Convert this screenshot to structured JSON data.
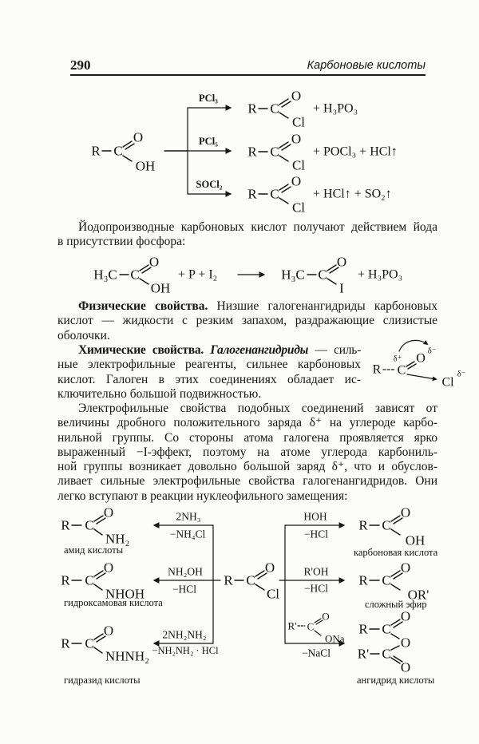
{
  "header": {
    "page_number": "290",
    "section_title": "Карбоновые кислоты"
  },
  "colors": {
    "paper": "#fcfcfa",
    "ink": "#141414"
  },
  "atoms": {
    "r": "R",
    "rp": "R'",
    "c": "C",
    "o": "O",
    "cl": "Cl",
    "oh": "OH",
    "i": "I",
    "h3c": "H₃C",
    "nh2": "NH₂",
    "nhoh": "NHOH",
    "nhnh2": "NHNH₂",
    "orp": "OR'",
    "ona": "ONa"
  },
  "scheme_top": {
    "reagents": [
      "PCl₃",
      "PCl₅",
      "SOCl₂"
    ],
    "byproducts": [
      "+ H₃PO₃",
      "+ POCl₃ + HCl↑",
      "+ HCl↑ + SO₂↑"
    ]
  },
  "para_iodo": {
    "line1": "Йодопроизводные карбоновых кислот получают действием йода",
    "line2": "в присутствии фосфора:"
  },
  "scheme_iodo": {
    "reagents": "+ P + I₂",
    "byproduct": "+ H₃PO₃"
  },
  "para_physical": {
    "lead": "Физические свойства.",
    "line1_rest": "Низшие галогенангидриды карбоновых",
    "line2": "кислот — жидкости с резким запахом, раздражающие слизистые",
    "line3": "оболочки."
  },
  "para_chemical": {
    "lead": "Химические свойства.",
    "lead_italic": "Галогенангидриды",
    "line1_rest": "— силь-",
    "line2": "ные электрофильные реагенты, сильнее карбоновых",
    "line3": "кислот. Галоген в этих соединениях обладает ис-",
    "line4": "ключительно большой подвижностью."
  },
  "delta": {
    "plus": "δ⁺",
    "minus": "δ⁻"
  },
  "para_electro": {
    "lines": [
      "Электрофильные свойства подобных соединений зависят от",
      "величины дробного положительного заряда δ⁺ на углероде карбо-",
      "нильной группы. Со стороны атома галогена проявляется ярко",
      "выраженный −I-эффект, поэтому на атоме углерода карбониль-",
      "ной группы возникает довольно большой заряд δ⁺, что и обуслов-",
      "ливает сильные электрофильные свойства галогенангидридов. Они",
      "легко вступают в реакции нуклеофильного замещения:"
    ]
  },
  "scheme_bottom": {
    "left": [
      {
        "above": "2NH₃",
        "below": "−NH₄Cl",
        "caption": "амид кислоты"
      },
      {
        "above": "NH₂OH",
        "below": "−HCl",
        "caption": "гидроксамовая кислота"
      },
      {
        "above": "2NH₂NH₂",
        "below": "−NH₂NH₂ · HCl",
        "caption": "гидразид кислоты"
      }
    ],
    "right": [
      {
        "above": "HOH",
        "below": "−HCl",
        "caption": "карбоновая кислота"
      },
      {
        "above": "R'OH",
        "below": "−HCl",
        "caption": "сложный эфир"
      },
      {
        "below": "−NaCl",
        "caption": "ангидрид кислоты"
      }
    ]
  }
}
